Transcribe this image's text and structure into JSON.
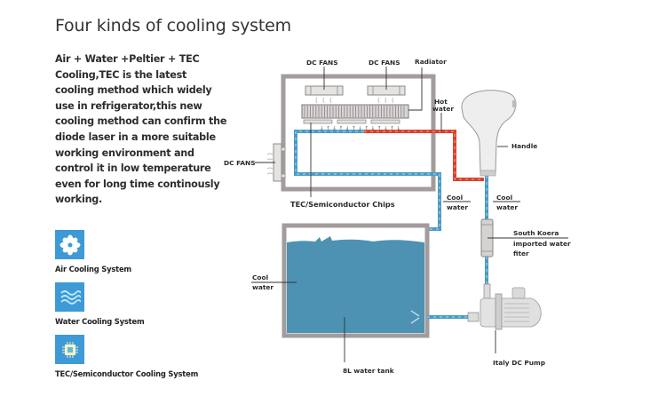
{
  "title": "Four kinds of cooling system",
  "description": [
    "Air + Water +Peltier + TEC",
    "Cooling,TEC is the latest",
    "cooling method which widely",
    "use in refrigerator,this new",
    "cooling method can confirm the",
    "diode laser in a more suitable",
    "working environment and",
    "control it in low temperature",
    "even for long time continously",
    "working."
  ],
  "legend": [
    {
      "icon": "fan-icon",
      "label": "Air Cooling System"
    },
    {
      "icon": "waves-icon",
      "label": "Water Cooling System"
    },
    {
      "icon": "chip-icon",
      "label": "TEC/Semiconductor Cooling System"
    }
  ],
  "diagram": {
    "labels": {
      "dc_fans_top_left": "DC FANS",
      "dc_fans_top_right": "DC FANS",
      "radiator": "Radiator",
      "hot_water_1": "Hot",
      "hot_water_2": "water",
      "handle": "Handle",
      "dc_fans_side": "DC FANS",
      "tec_chips": "TEC/Semiconductor Chips",
      "cool_water_mid_1": "Cool",
      "cool_water_mid_2": "water",
      "cool_water_right_1": "Cool",
      "cool_water_right_2": "water",
      "filter_1": "South Koera",
      "filter_2": "imported water",
      "filter_3": "fiter",
      "cool_water_tank_1": "Cool",
      "cool_water_tank_2": "water",
      "tank": "8L water tank",
      "pump": "Italy DC Pump"
    }
  },
  "colors": {
    "accent_blue": "#3d9ad6",
    "water_blue": "#4a90b0",
    "hot_red": "#d9412b",
    "frame_gray": "#a09a9a"
  }
}
